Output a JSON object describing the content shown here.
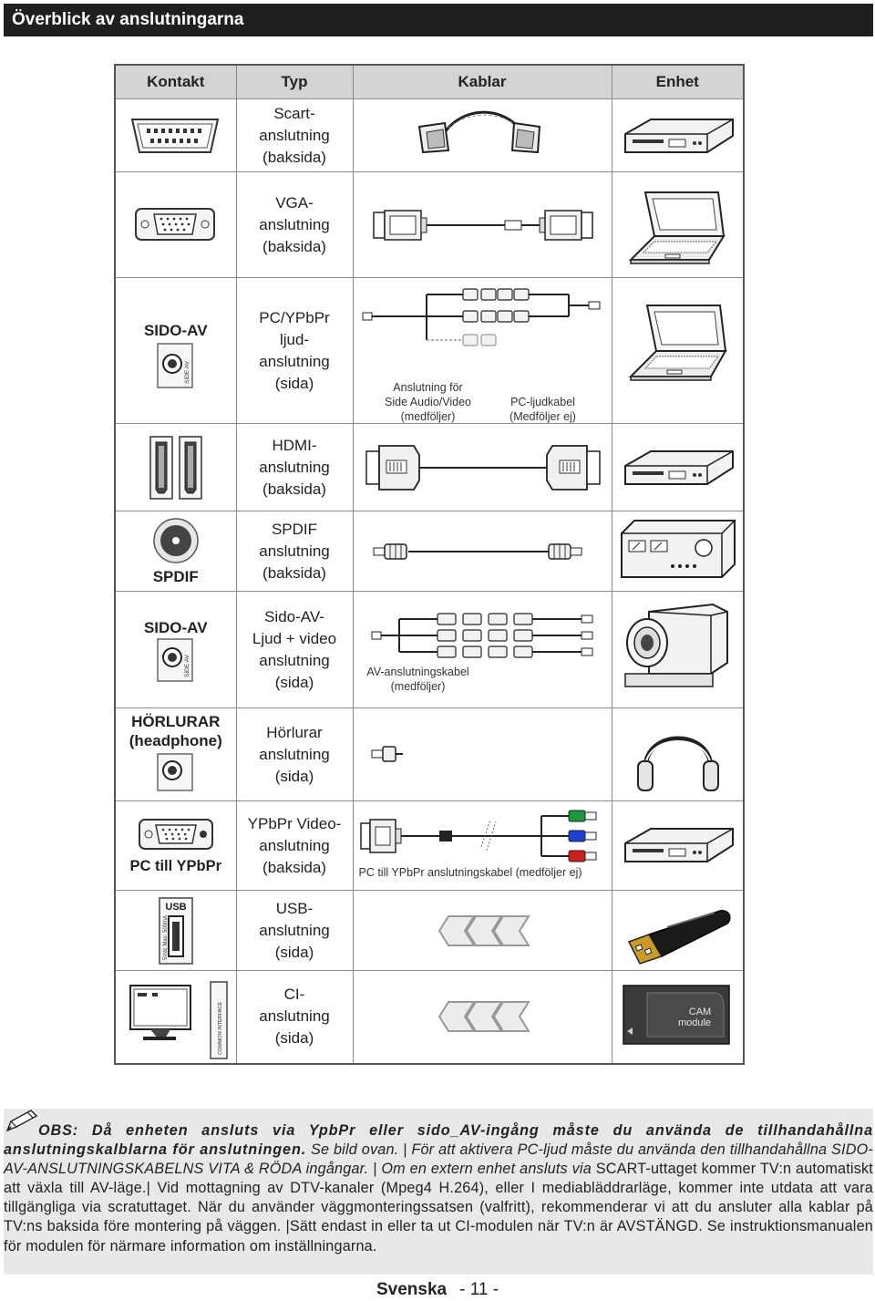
{
  "title": "Överblick av anslutningarna",
  "headers": [
    "Kontakt",
    "Typ",
    "Kablar",
    "Enhet"
  ],
  "rows": [
    {
      "connector_label": "",
      "type": [
        "Scart-",
        "anslutning",
        "(baksida)"
      ],
      "cable_captions": []
    },
    {
      "connector_label": "",
      "type": [
        "VGA-",
        "anslutning",
        "(baksida)"
      ],
      "cable_captions": []
    },
    {
      "connector_label": "SIDO-AV",
      "type": [
        "PC/YPbPr",
        "ljud-",
        "anslutning",
        "(sida)"
      ],
      "cable_captions": [
        "Anslutning för\nSide Audio/Video\n(medföljer)",
        "PC-ljudkabel\n(Medföljer ej)"
      ]
    },
    {
      "connector_label": "",
      "type": [
        "HDMI-",
        "anslutning",
        "(baksida)"
      ],
      "cable_captions": []
    },
    {
      "connector_label": "SPDIF",
      "type": [
        "SPDIF",
        "anslutning",
        "(baksida)"
      ],
      "cable_captions": []
    },
    {
      "connector_label": "SIDO-AV",
      "type": [
        "Sido-AV-",
        "Ljud + video",
        "anslutning",
        "(sida)"
      ],
      "cable_captions": [
        "AV-anslutningskabel\n(medföljer)"
      ]
    },
    {
      "connector_label": "HÖRLURAR\n(headphone)",
      "type": [
        "Hörlurar",
        "anslutning",
        "(sida)"
      ],
      "cable_captions": []
    },
    {
      "connector_label": "PC till YPbPr",
      "type": [
        "YPbPr Video-",
        "anslutning",
        "(baksida)"
      ],
      "cable_captions": [
        "PC till YPbPr anslutningskabel (medföljer ej)"
      ]
    },
    {
      "connector_label": "USB",
      "type": [
        "USB-",
        "anslutning",
        "(sida)"
      ],
      "cable_captions": []
    },
    {
      "connector_label": "",
      "type": [
        "CI-",
        "anslutning",
        "(sida)"
      ],
      "cable_captions": []
    }
  ],
  "small_labels": {
    "side_av": "SIDE AV",
    "usb_rating": "5Vdc Max: 500mA",
    "common_interface": "COMMON INTERFACE",
    "cam": "CAM\nmodule"
  },
  "note": {
    "lead": "OBS: Då enheten ansluts via YpbPr eller sido_AV-ingång måste du använda de tillhandahållna anslutningskalblarna för anslutningen.",
    "italic": " Se bild ovan. | För att aktivera PC-ljud måste du använda den tillhandahållna SIDO-AV-ANSLUTNINGSKABELNS VITA & RÖDA ingångar. | Om en extern enhet ansluts via",
    "plain": " SCART-uttaget kommer TV:n automatiskt att växla till AV-läge.| Vid mottagning av DTV-kanaler (Mpeg4 H.264), eller I mediabläddrarläge, kommer inte utdata att vara tillgängliga via scratuttaget. När du använder väggmonteringssatsen (valfritt), rekommenderar vi att du ansluter alla kablar på TV:ns baksida före montering på väggen. |Sätt endast in eller ta ut CI-modulen när TV:n är AVSTÄNGD. Se instruktionsmanualen för modulen för närmare information om inställningarna."
  },
  "footer": {
    "language": "Svenska",
    "page": "- 11 -"
  }
}
